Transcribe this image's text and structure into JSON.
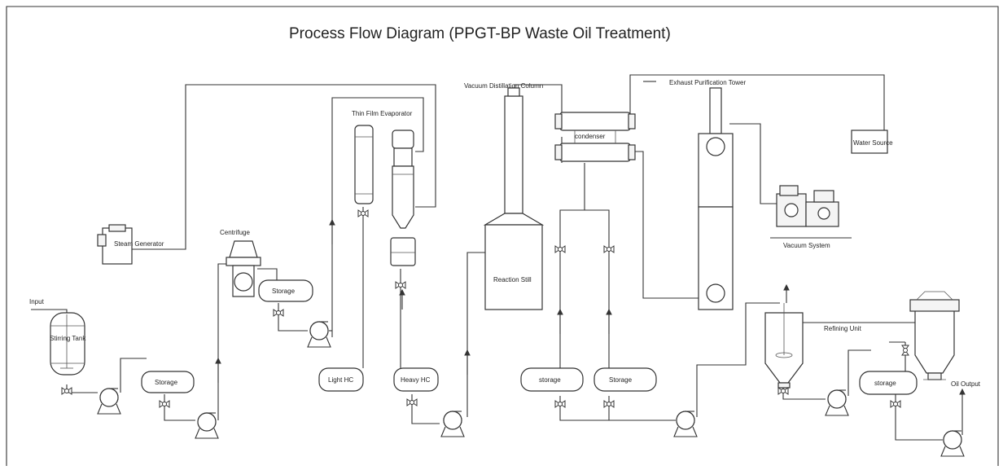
{
  "title": "Process Flow Diagram (PPGT-BP Waste Oil Treatment)",
  "labels": {
    "input": "Input",
    "stirring_tank": "Stirring Tank",
    "steam_generator": "Steam Generator",
    "centrifuge": "Centrifuge",
    "storage": "Storage",
    "storage_lower": "storage",
    "thin_film_evaporator": "Thin Film Evaporator",
    "light_hc": "Light HC",
    "heavy_hc": "Heavy HC",
    "vacuum_distillation_column": "Vacuum Distillation Column",
    "condenser": "condenser",
    "reaction_still": "Reaction Still",
    "exhaust_purification_tower": "Exhaust Purification Tower",
    "water_source": "Water Source",
    "vacuum_system": "Vacuum System",
    "refining_unit": "Refining Unit",
    "oil_output": "Oil Output"
  }
}
